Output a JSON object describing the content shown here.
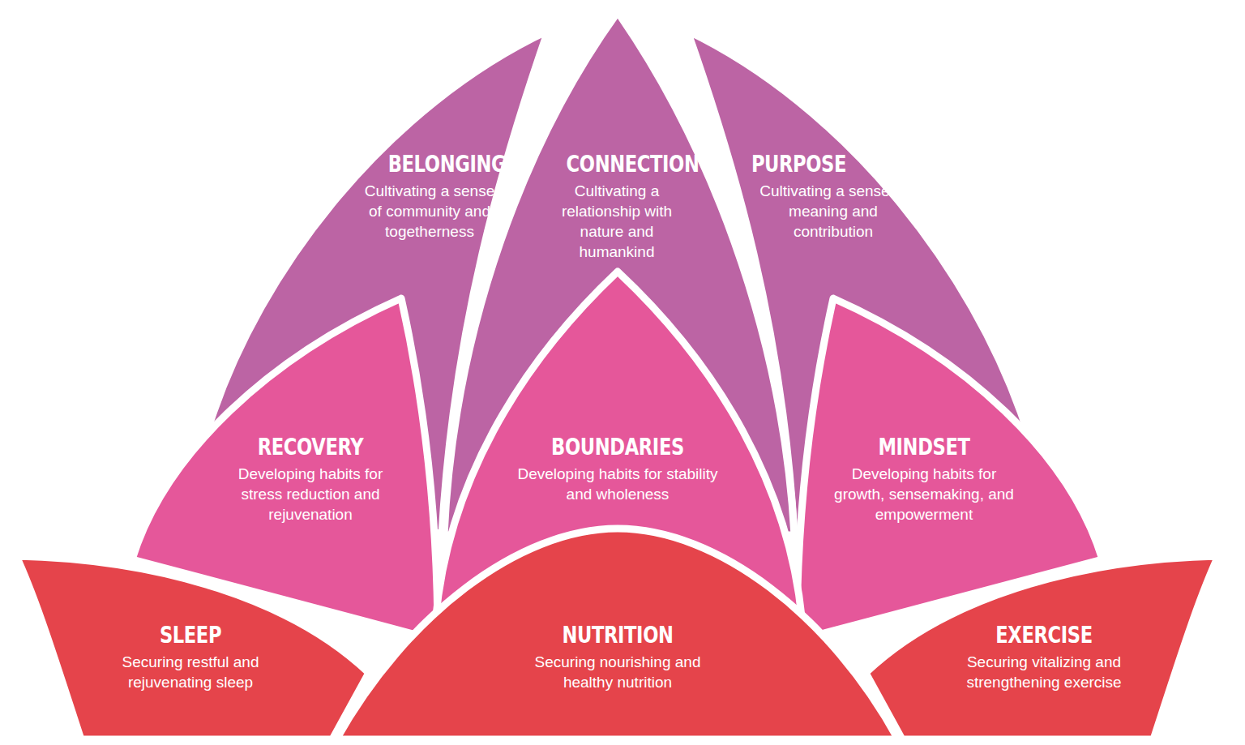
{
  "diagram": {
    "nodes": [
      {
        "text": [
          "BELONGING",
          "Cultivating a sense of community and togetherness"
        ]
      },
      {
        "text": [
          "CONNECTION",
          "Cultivating a relationship with nature and humankind"
        ]
      },
      {
        "text": [
          "PURPOSE",
          "Cultivating a sense of meaning and contribution"
        ]
      },
      {
        "text": [
          "RECOVERY",
          "Developing habits for stress reduction and rejuvenation"
        ]
      },
      {
        "text": [
          "BOUNDARIES",
          "Developing habits for stability and wholeness"
        ]
      },
      {
        "text": [
          "MINDSET",
          "Developing habits for growth, sensemaking, and empowerment"
        ]
      },
      {
        "text": [
          "SLEEP",
          "Securing restful and rejuvenating sleep"
        ]
      },
      {
        "text": [
          "NUTRITION",
          "Securing nourishing and healthy nutrition"
        ]
      },
      {
        "text": [
          "EXERCISE",
          "Securing vitalizing and strengthening exercise"
        ]
      }
    ]
  }
}
